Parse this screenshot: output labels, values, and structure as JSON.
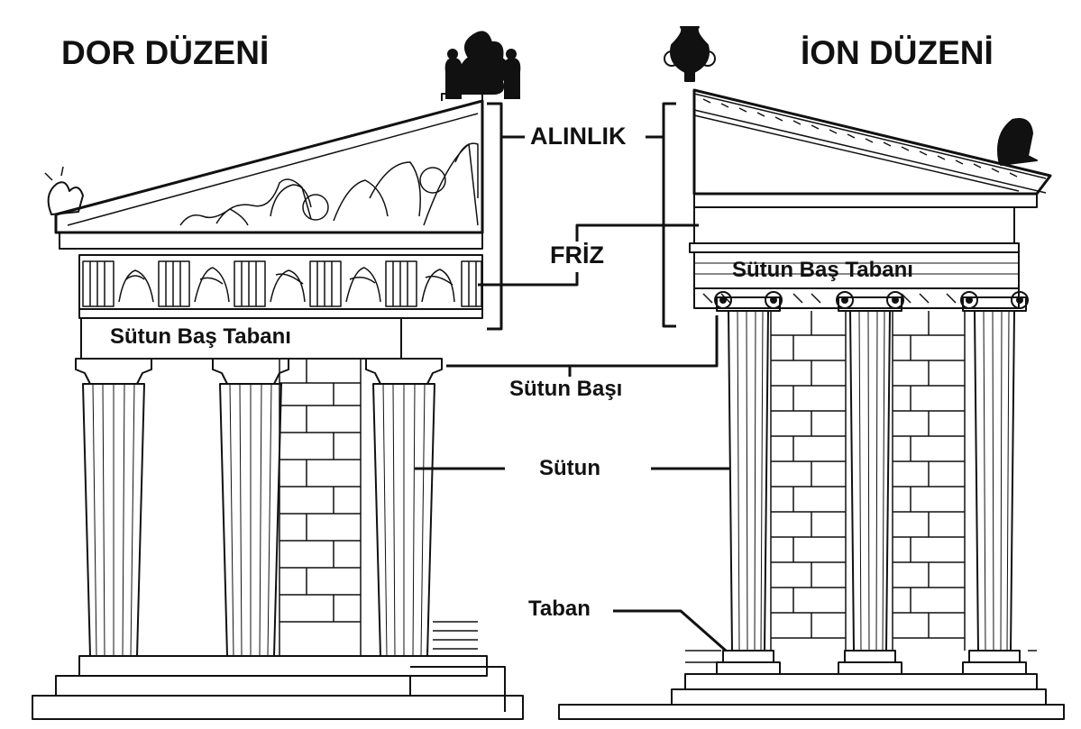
{
  "titles": {
    "doric": "DOR DÜZENİ",
    "ionic": "İON DÜZENİ"
  },
  "labels": {
    "pediment": "ALINLIK",
    "frieze": "FRİZ",
    "architrave_doric": "Sütun Baş Tabanı",
    "architrave_ionic": "Sütun Baş Tabanı",
    "capital": "Sütun Başı",
    "column": "Sütun",
    "base": "Taban"
  },
  "colors": {
    "ink": "#111111",
    "paper": "#ffffff"
  }
}
